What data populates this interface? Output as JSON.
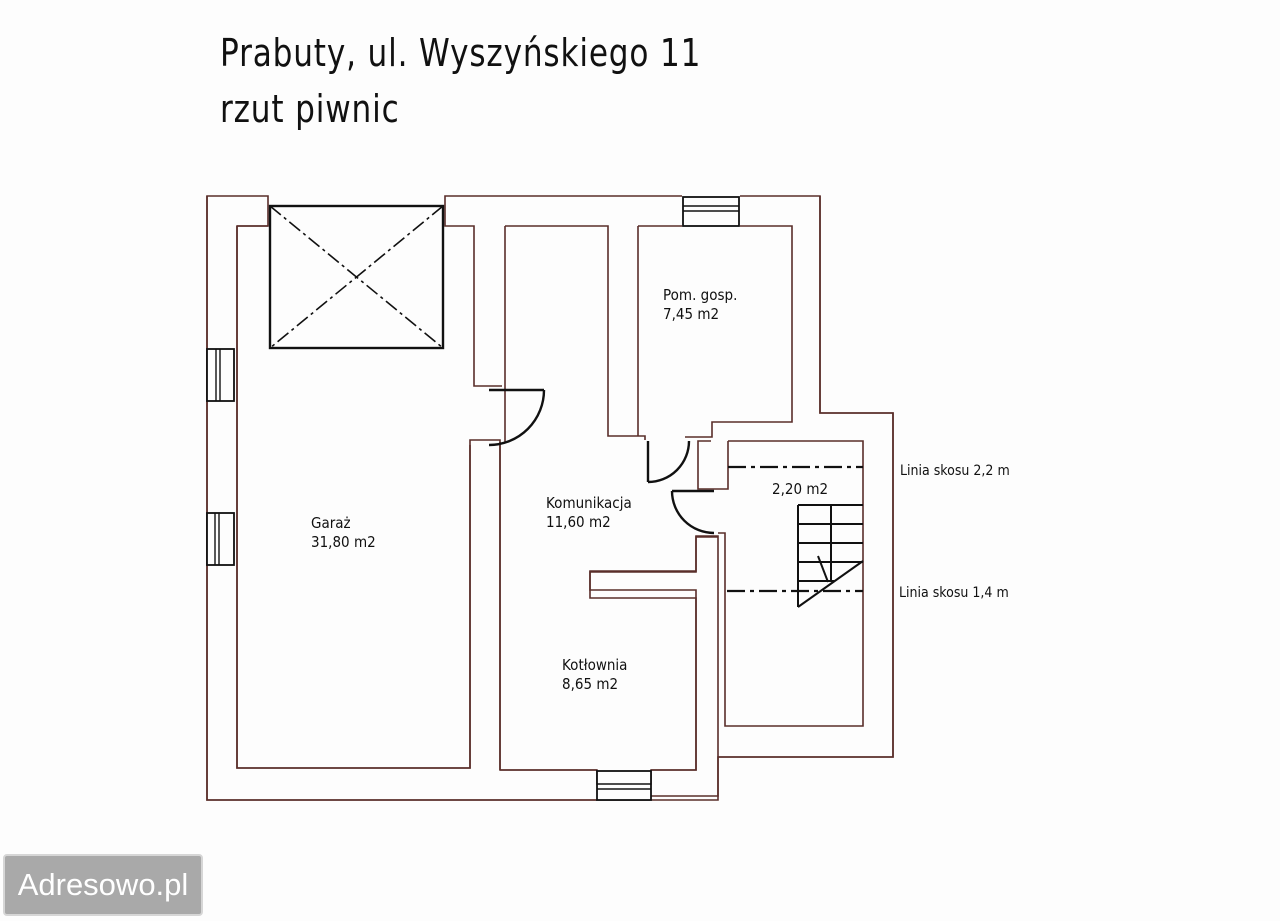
{
  "title": {
    "line1": "Prabuty, ul. Wyszyńskiego 11",
    "line2": "rzut piwnic"
  },
  "rooms": [
    {
      "name": "Garaż",
      "area": "31,80 m2"
    },
    {
      "name": "Pom. gosp.",
      "area": "7,45 m2"
    },
    {
      "name": "Komunikacja",
      "area": "11,60 m2"
    },
    {
      "name": "Kotłownia",
      "area": "8,65 m2"
    },
    {
      "name": "",
      "area": "2,20 m2"
    }
  ],
  "annotations": {
    "slope_line_upper": "Linia skosu 2,2 m",
    "slope_line_lower": "Linia skosu 1,4 m"
  },
  "watermark": "Adresowo.pl",
  "colors": {
    "wall": "#5a2e2a",
    "ink": "#111111",
    "watermark_bg": "#a9a9a9"
  }
}
